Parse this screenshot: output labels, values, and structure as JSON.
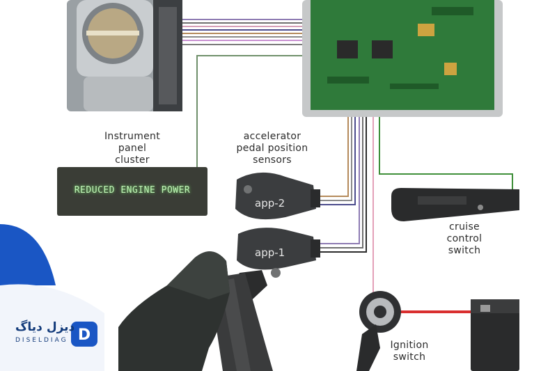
{
  "labels": {
    "cluster": [
      "Instrument",
      "panel",
      "cluster"
    ],
    "app": [
      "accelerator",
      "pedal position",
      "sensors"
    ],
    "cruise": [
      "cruise",
      "control",
      "switch"
    ],
    "ignition": [
      "Ignition",
      "switch"
    ]
  },
  "cluster_display": "REDUCED ENGINE POWER",
  "sensors": {
    "app2": "app-2",
    "app1": "app-1"
  },
  "logo": {
    "fa": "دیزل دیاگ",
    "en": "DISELDIAG",
    "letter": "D"
  },
  "colors": {
    "ecu": "#2f7a3a",
    "logo": "#1a56c4",
    "wire_red": "#d92f2f",
    "wire_green": "#3f8f3a",
    "display_text": "#bff3b6"
  }
}
